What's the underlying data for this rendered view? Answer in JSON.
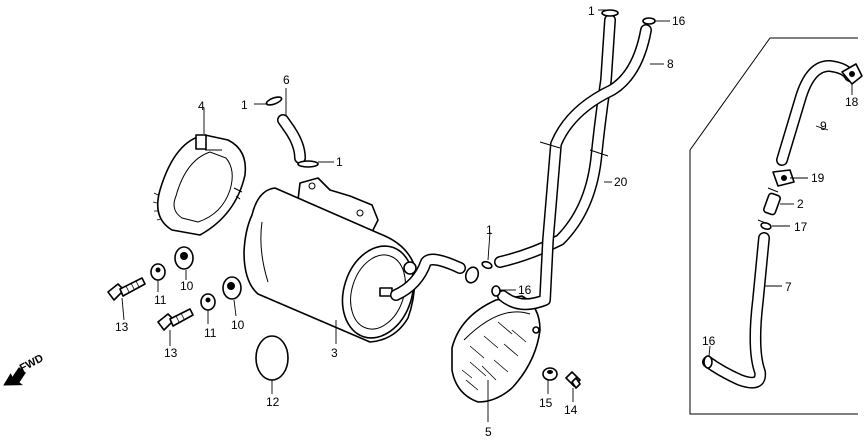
{
  "diagram": {
    "direction_label": "FWD",
    "callouts": {
      "c1_a": "1",
      "c1_b": "1",
      "c1_c": "1",
      "c1_d": "1",
      "c2": "2",
      "c3": "3",
      "c4": "4",
      "c5": "5",
      "c6": "6",
      "c7": "7",
      "c8": "8",
      "c9": "9",
      "c10_a": "10",
      "c10_b": "10",
      "c11_a": "11",
      "c11_b": "11",
      "c12": "12",
      "c13_a": "13",
      "c13_b": "13",
      "c14": "14",
      "c15": "15",
      "c16_a": "16",
      "c16_b": "16",
      "c16_c": "16",
      "c17": "17",
      "c18": "18",
      "c19": "19",
      "c20": "20"
    }
  }
}
